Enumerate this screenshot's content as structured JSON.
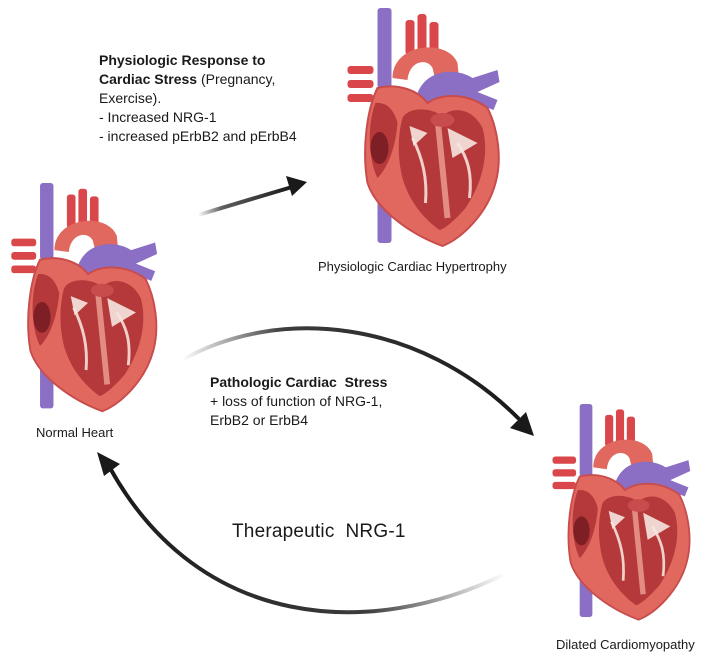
{
  "physiologic": {
    "title_bold_1": "Physiologic Response to",
    "title_bold_2": "Cardiac Stress",
    "title_rest": " (Pregnancy,",
    "line3": "Exercise).",
    "line4": "- Increased NRG-1",
    "line5": "- increased pErbB2 and pErbB4"
  },
  "pathologic": {
    "title_bold": "Pathologic Cardiac  Stress",
    "line2": "+ loss of function of NRG-1,",
    "line3": "ErbB2 or ErbB4"
  },
  "therapeutic": {
    "label": "Therapeutic  NRG-1"
  },
  "labels": {
    "normal": "Normal Heart",
    "hypertrophy": "Physiologic Cardiac Hypertrophy",
    "dilated": "Dilated Cardiomyopathy"
  },
  "colors": {
    "heart_outer": "#e0685f",
    "heart_dark": "#b5383a",
    "vein": "#8a6fc4",
    "artery": "#d9474b",
    "arrow": "#1a1a1a"
  }
}
